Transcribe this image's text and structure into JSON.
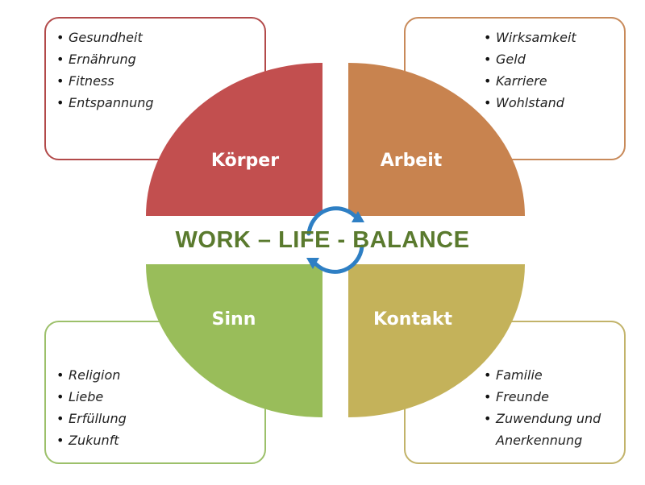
{
  "title": "WORK – LIFE - BALANCE",
  "quadrants": [
    {
      "id": "tl",
      "label": "Körper",
      "color": "#c24f4f",
      "items": [
        "Gesundheit",
        "Ernährung",
        "Fitness",
        "Entspannung"
      ]
    },
    {
      "id": "tr",
      "label": "Arbeit",
      "color": "#c8834f",
      "items": [
        "Wirksamkeit",
        "Geld",
        "Karriere",
        "Wohlstand"
      ]
    },
    {
      "id": "bl",
      "label": "Sinn",
      "color": "#99bd5a",
      "items": [
        "Religion",
        "Liebe",
        "Erfüllung",
        "Zukunft"
      ]
    },
    {
      "id": "br",
      "label": "Kontakt",
      "color": "#c4b25a",
      "items": [
        "Familie",
        "Freunde",
        "Zuwendung und Anerkennung"
      ]
    }
  ],
  "cycle_arrow_color": "#2e7fc4"
}
